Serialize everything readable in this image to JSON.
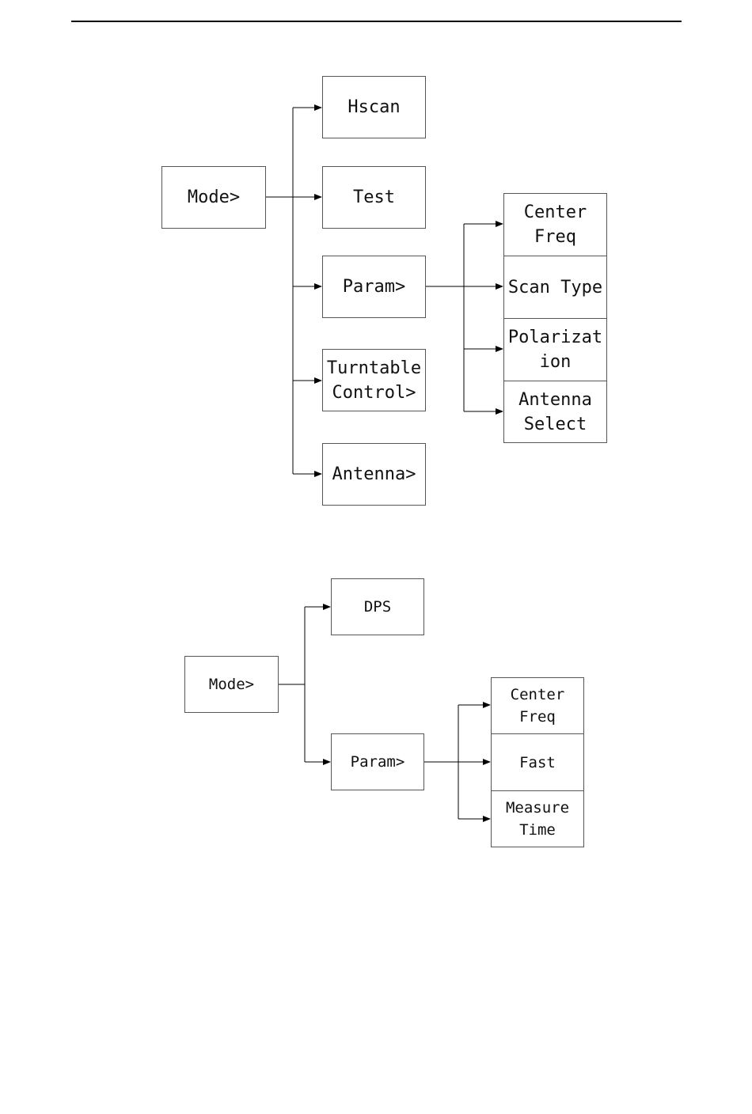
{
  "diagram1": {
    "root": "Mode>",
    "items": {
      "hscan": "Hscan",
      "test": "Test",
      "param": "Param>",
      "turntable": [
        "Turntable",
        "Control>"
      ],
      "antenna": "Antenna>"
    },
    "param_children": {
      "center_freq": [
        "Center",
        "Freq"
      ],
      "scan_type": "Scan Type",
      "polarization": [
        "Polarizat",
        "ion"
      ],
      "antenna_select": [
        "Antenna",
        "Select"
      ]
    }
  },
  "diagram2": {
    "root": "Mode>",
    "items": {
      "dps": "DPS",
      "param": "Param>"
    },
    "param_children": {
      "center_freq": [
        "Center",
        "Freq"
      ],
      "fast": "Fast",
      "measure_time": [
        "Measure",
        "Time"
      ]
    }
  }
}
